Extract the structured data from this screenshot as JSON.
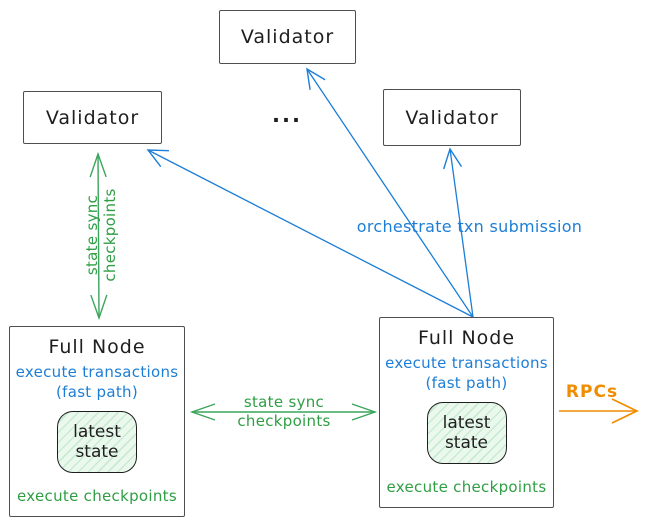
{
  "colors": {
    "blue": "#1c7ed6",
    "green": "#2f9e44",
    "green_arrow": "#3aa55c",
    "orange": "#f08c00",
    "ink": "#1e1e1e",
    "border": "#4d4f53",
    "hatch_fill": "#eaf8ee",
    "hatch_line": "#c9ecd1"
  },
  "nodes": {
    "validator_top": {
      "label": "Validator"
    },
    "validator_left": {
      "label": "Validator"
    },
    "validator_right": {
      "label": "Validator"
    },
    "validators_ellipsis": "...",
    "full_node_left": {
      "title": "Full Node",
      "exec_line1": "execute transactions",
      "exec_line2": "(fast path)",
      "state_line1": "latest",
      "state_line2": "state",
      "footer": "execute checkpoints"
    },
    "full_node_right": {
      "title": "Full Node",
      "exec_line1": "execute transactions",
      "exec_line2": "(fast path)",
      "state_line1": "latest",
      "state_line2": "state",
      "footer": "execute checkpoints"
    }
  },
  "edges": {
    "state_sync_vertical": {
      "line1": "state sync",
      "line2": "checkpoints"
    },
    "orchestrate_label": "orchestrate txn submission",
    "state_sync_horizontal": {
      "line1": "state sync",
      "line2": "checkpoints"
    },
    "rpc_label": "RPCs"
  }
}
